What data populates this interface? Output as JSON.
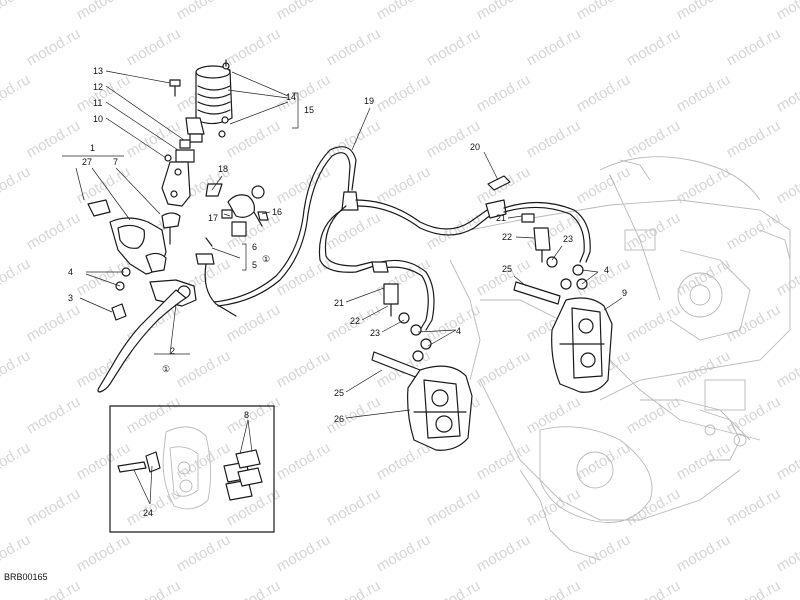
{
  "watermark": "motod.ru",
  "drawing_code": "BRB00165",
  "circled_ref": "①",
  "callouts": {
    "c1": "1",
    "c2": "2",
    "c3": "3",
    "c4a": "4",
    "c4b": "4",
    "c4c": "4",
    "c5": "5",
    "c6": "6",
    "c7": "7",
    "c8": "8",
    "c9": "9",
    "c10": "10",
    "c11": "11",
    "c12": "12",
    "c13": "13",
    "c14": "14",
    "c15": "15",
    "c16": "16",
    "c17": "17",
    "c18": "18",
    "c19": "19",
    "c20": "20",
    "c21a": "21",
    "c21b": "21",
    "c22a": "22",
    "c22b": "22",
    "c23a": "23",
    "c23b": "23",
    "c24": "24",
    "c25a": "25",
    "c25b": "25",
    "c26": "26",
    "c27": "27"
  }
}
